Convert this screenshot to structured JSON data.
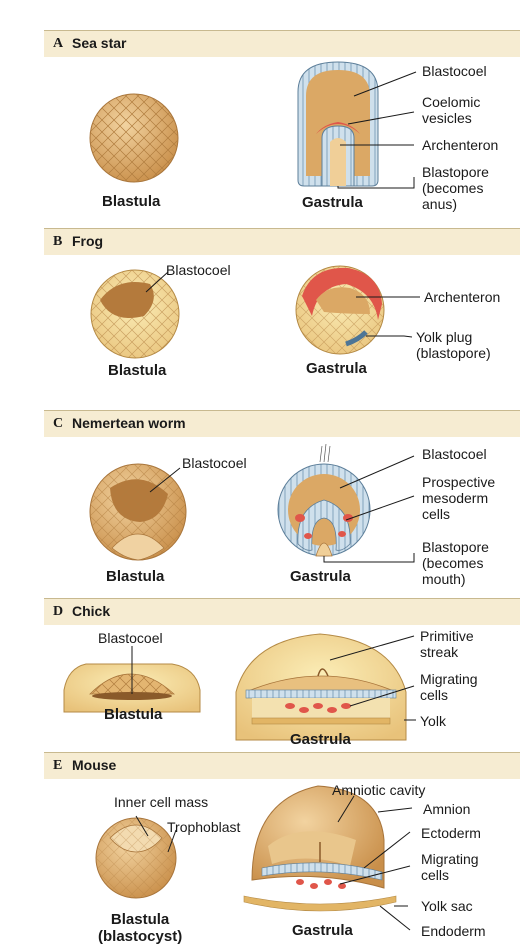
{
  "panels": [
    {
      "letter": "A",
      "title": "Sea star",
      "blastula": "Blastula",
      "gastrula": "Gastrula",
      "labels": [
        "Blastocoel",
        "Coelomic\nvesicles",
        "Archenteron",
        "Blastopore\n(becomes\nanus)"
      ]
    },
    {
      "letter": "B",
      "title": "Frog",
      "blastula": "Blastula",
      "gastrula": "Gastrula",
      "blastula_labels": [
        "Blastocoel"
      ],
      "labels": [
        "Archenteron",
        "Yolk plug\n(blastopore)"
      ]
    },
    {
      "letter": "C",
      "title": "Nemertean worm",
      "blastula": "Blastula",
      "gastrula": "Gastrula",
      "blastula_labels": [
        "Blastocoel"
      ],
      "labels": [
        "Blastocoel",
        "Prospective\nmesoderm\ncells",
        "Blastopore\n(becomes\nmouth)"
      ]
    },
    {
      "letter": "D",
      "title": "Chick",
      "blastula": "Blastula",
      "gastrula": "Gastrula",
      "blastula_labels": [
        "Blastocoel"
      ],
      "labels": [
        "Primitive\nstreak",
        "Migrating\ncells",
        "Yolk"
      ]
    },
    {
      "letter": "E",
      "title": "Mouse",
      "blastula": "Blastula\n(blastocyst)",
      "gastrula": "Gastrula",
      "blastula_labels": [
        "Inner cell mass",
        "Trophoblast"
      ],
      "labels": [
        "Amniotic cavity",
        "Amnion",
        "Ectoderm",
        "Migrating\ncells",
        "Yolk sac",
        "Endoderm"
      ]
    }
  ],
  "colors": {
    "header_bg": "#f6ecd2",
    "embryo": "#e3b571",
    "embryo_dark": "#c98f4a",
    "blastocoel": "#d8a464",
    "mesoderm": "#e0564a",
    "ectoderm": "#a9c6dc",
    "line": "#1a1a1a"
  }
}
